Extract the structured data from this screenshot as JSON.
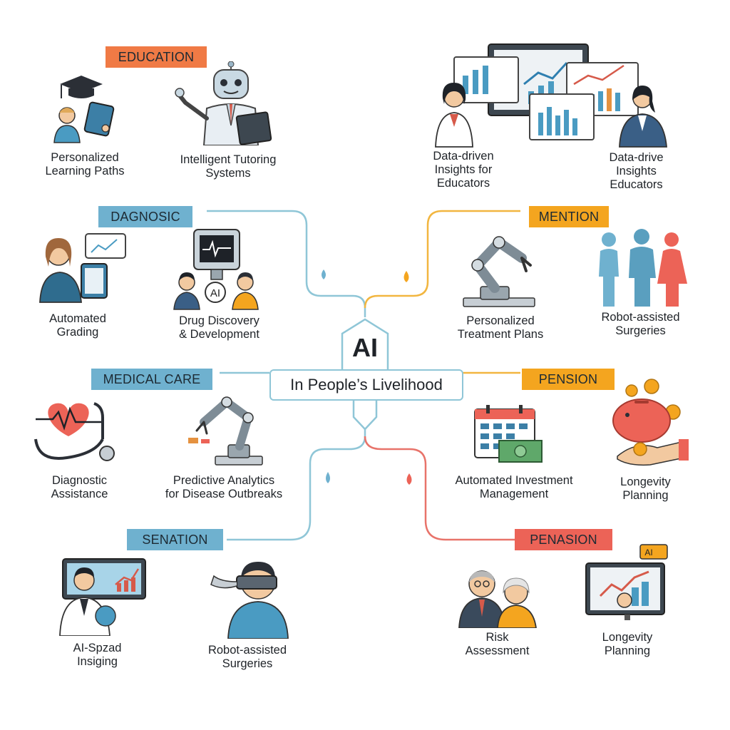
{
  "center": {
    "title": "AI",
    "subtitle": "In People’s Livelihood"
  },
  "categories": {
    "education": "EDUCATION",
    "diagnosic": "DAGNOSIC",
    "medical_care": "MEDICAL CARE",
    "senation": "SENATION",
    "mention": "MENTION",
    "pension": "PENSION",
    "penasion": "PENASION"
  },
  "items": {
    "personalized_learning": "Personalized\nLearning Paths",
    "intelligent_tutoring": "Intelligent Tutoring\nSystems",
    "data_driven_insights": "Data-driven\nInsights for\nEducators",
    "data_drive_insights": "Data-drive\nInsights\nEducators",
    "automated_grading": "Automated\nGrading",
    "drug_discovery": "Drug Discovery\n& Development",
    "personalized_treatment": "Personalized\nTreatment Plans",
    "robot_assisted_top": "Robot-assisted\nSurgeries",
    "diagnostic_assistance": "Diagnostic\nAssistance",
    "predictive_analytics": "Predictive Analytics\nfor Disease Outbreaks",
    "automated_investment": "Automated Investment\nManagement",
    "longevity_planning_mid": "Longevity\nPlanning",
    "ai_spread_imaging": "AI-Spzad\nInsiging",
    "robot_assisted_bottom": "Robot-assisted\nSurgeries",
    "risk_assessment": "Risk\nAssessment",
    "longevity_planning_bottom": "Longevity\nPlanning"
  },
  "icon_text": {
    "ai_badge": "AI",
    "ai_tag": "AI"
  },
  "colors": {
    "orange": "#f07a45",
    "yellow": "#f4a51f",
    "blue": "#6fb1cf",
    "red": "#ec6357",
    "line_blue": "#8fc6d7",
    "line_yellow": "#f2b640",
    "line_red": "#e8736a"
  },
  "icons": [
    "graduation-cap-icon",
    "robot-tutor-icon",
    "dashboard-presenter-icon",
    "grading-tablet-icon",
    "lab-monitor-icon",
    "robot-arm-icon",
    "family-icon",
    "heartbeat-stethoscope-icon",
    "robot-arm-icon",
    "calendar-money-icon",
    "piggy-bank-icon",
    "doctor-imaging-icon",
    "vr-headset-icon",
    "elderly-couple-icon",
    "growth-monitor-icon"
  ]
}
